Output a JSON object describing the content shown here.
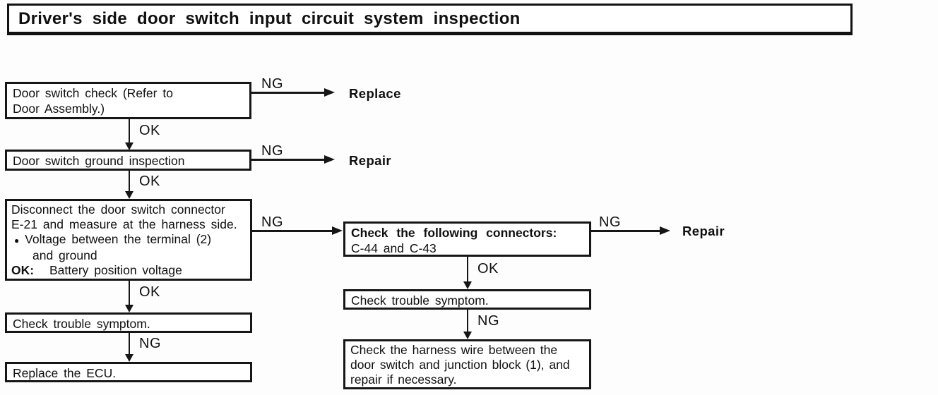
{
  "title": "Driver's side door switch input circuit system inspection",
  "labels": {
    "ok": "OK",
    "ng": "NG"
  },
  "terminals": {
    "replace": "Replace",
    "repair": "Repair"
  },
  "boxes": {
    "door_switch_check": {
      "line1": "Door switch check (Refer to",
      "line2": "Door Assembly.)"
    },
    "ground_inspection": {
      "text": "Door switch ground inspection"
    },
    "disconnect": {
      "line1": "Disconnect the door switch connector",
      "line2": "E-21 and measure at the harness side.",
      "bullet": "●",
      "bullet_text": "Voltage between the terminal (2)",
      "bullet_text2": "and ground",
      "ok_prefix": "OK:",
      "ok_text": "Battery position voltage"
    },
    "check_trouble_left": {
      "text": "Check trouble symptom."
    },
    "replace_ecu": {
      "text": "Replace the ECU."
    },
    "check_connectors": {
      "line1": "Check the following connectors:",
      "line2": "C-44 and C-43"
    },
    "check_trouble_right": {
      "text": "Check trouble symptom."
    },
    "check_harness": {
      "line1": "Check the harness wire between the",
      "line2": "door switch and junction block (1), and",
      "line3": "repair if necessary."
    }
  }
}
